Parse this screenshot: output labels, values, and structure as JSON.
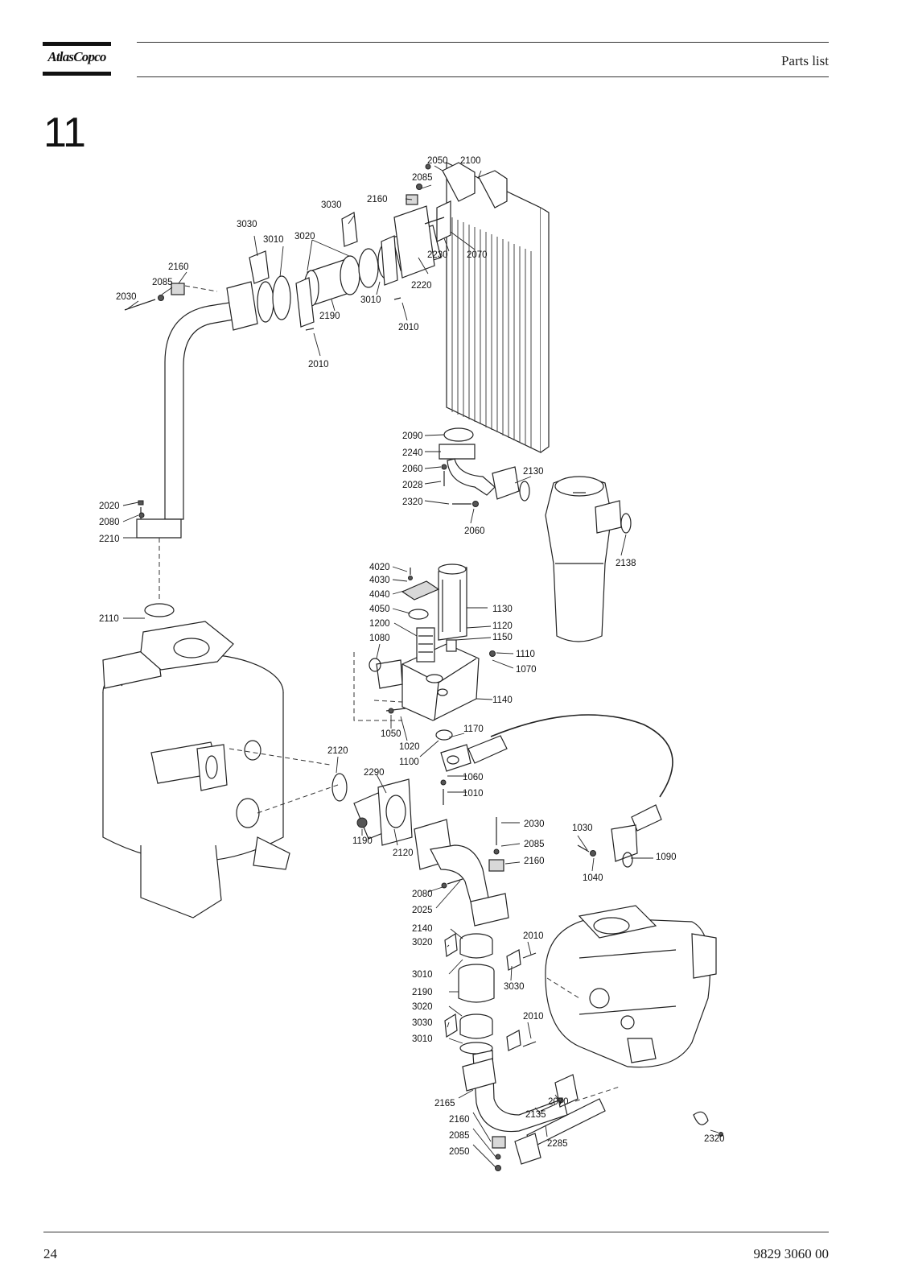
{
  "header": {
    "brand": "AtlasCopco",
    "doc_type": "Parts list",
    "section": "11"
  },
  "footer": {
    "page_number": "24",
    "doc_number": "9829 3060 00"
  },
  "diagram": {
    "callouts": [
      "2050",
      "2100",
      "2085",
      "2160",
      "3030",
      "3030",
      "3010",
      "3020",
      "2230",
      "2070",
      "2220",
      "2160",
      "2085",
      "2030",
      "2190",
      "3010",
      "2010",
      "2010",
      "2090",
      "2240",
      "2060",
      "2028",
      "2320",
      "2130",
      "2060",
      "2138",
      "2020",
      "2080",
      "2210",
      "4020",
      "4030",
      "4040",
      "4050",
      "1130",
      "1200",
      "1120",
      "1150",
      "2110",
      "1080",
      "1110",
      "1070",
      "1140",
      "1050",
      "1020",
      "1170",
      "2120",
      "1100",
      "2290",
      "1060",
      "1010",
      "2030",
      "1030",
      "1190",
      "2085",
      "2120",
      "2160",
      "1090",
      "1040",
      "2080",
      "2025",
      "2140",
      "2010",
      "3020",
      "3010",
      "3030",
      "2190",
      "3020",
      "2010",
      "3030",
      "3010",
      "2165",
      "2070",
      "2135",
      "2160",
      "2085",
      "2285",
      "2320",
      "2050"
    ]
  }
}
